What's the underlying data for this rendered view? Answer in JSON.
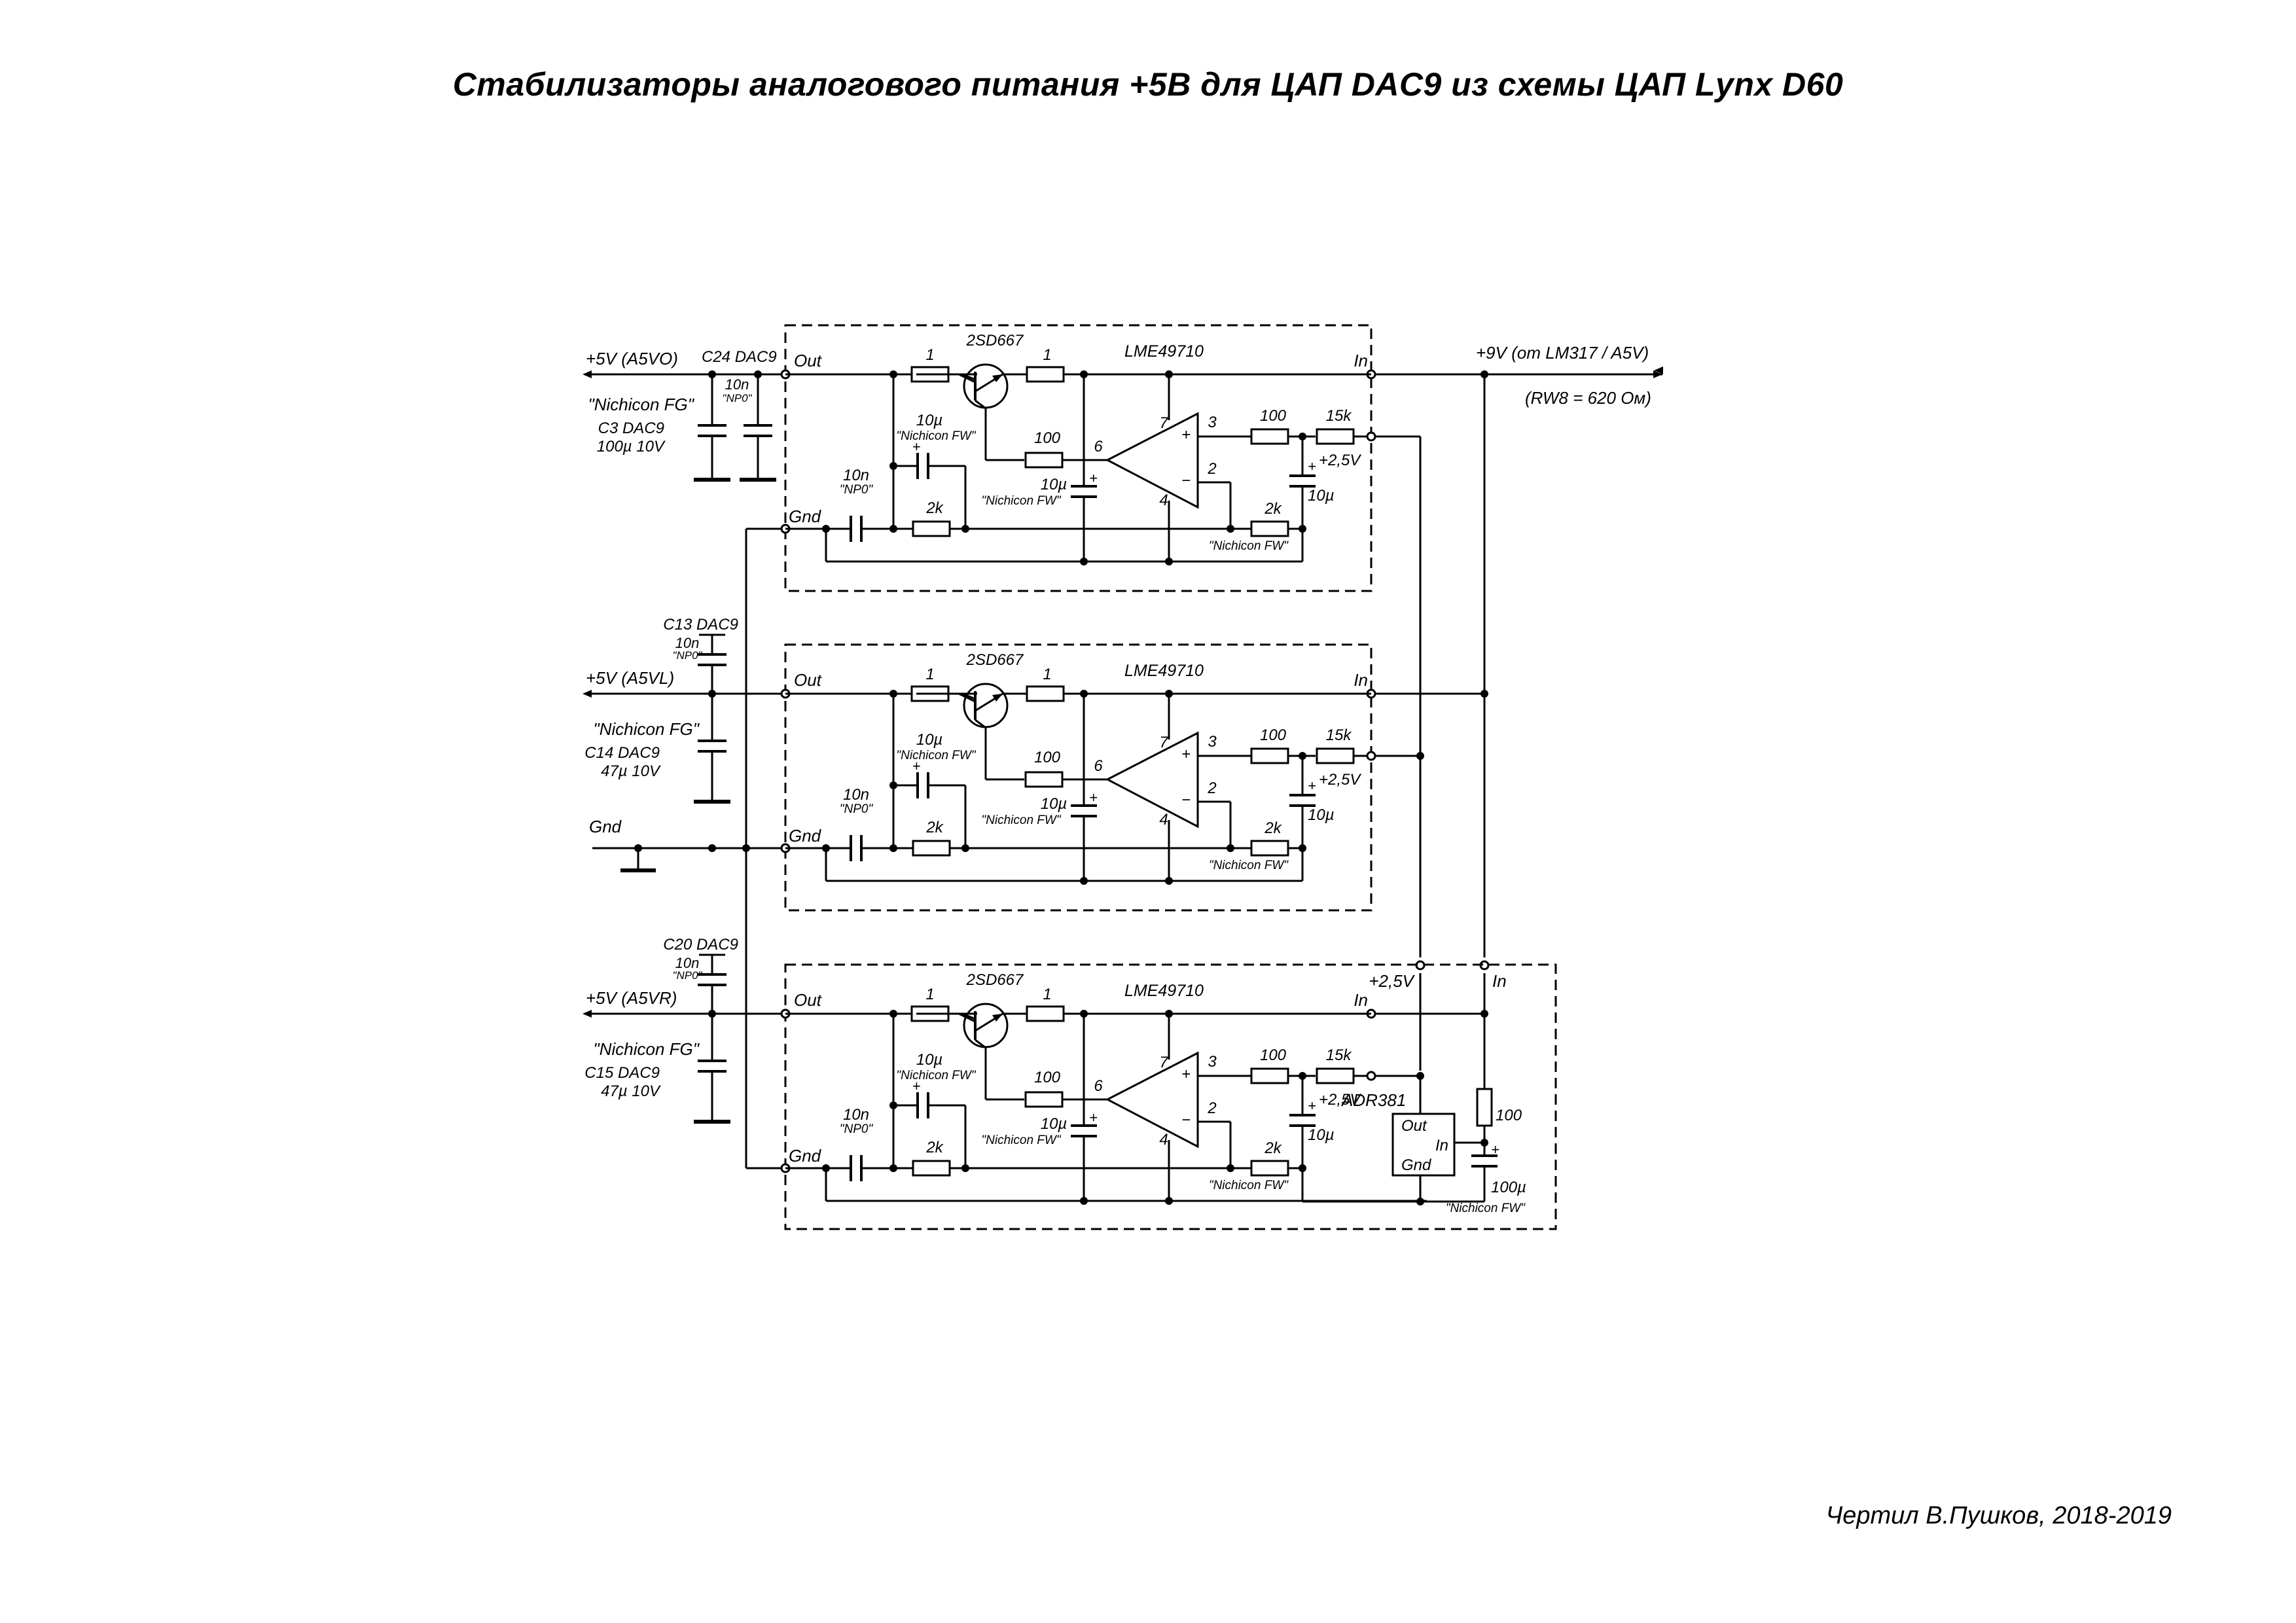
{
  "title": "Стабилизаторы аналогового питания +5В для ЦАП DAC9 из схемы ЦАП Lynx D60",
  "author": "Чертил В.Пушков, 2018-2019",
  "supply": {
    "label": "+9V (от LM317 / A5V)",
    "note": "(RW8 = 620 Ом)"
  },
  "rails": [
    {
      "label": "+5V (A5VO)",
      "bypass_cap": "C24 DAC9",
      "bypass_value": "10n",
      "bypass_type": "\"NP0\"",
      "bulk_type": "\"Nichicon FG\"",
      "bulk_cap": "C3 DAC9",
      "bulk_value": "100µ 10V"
    },
    {
      "label": "+5V (A5VL)",
      "bypass_cap": "C13 DAC9",
      "bypass_value": "10n",
      "bypass_type": "\"NP0\"",
      "bulk_type": "\"Nichicon FG\"",
      "bulk_cap": "C14 DAC9",
      "bulk_value": "47µ 10V"
    },
    {
      "label": "+5V (A5VR)",
      "bypass_cap": "C20 DAC9",
      "bypass_value": "10n",
      "bypass_type": "\"NP0\"",
      "bulk_type": "\"Nichicon FG\"",
      "bulk_cap": "C15 DAC9",
      "bulk_value": "47µ 10V"
    }
  ],
  "gnd_label": "Gnd",
  "module": {
    "out_label": "Out",
    "in_label": "In",
    "gnd_label": "Gnd",
    "transistor": "2SD667",
    "opamp": "LME49710",
    "r_base": "1",
    "r_emitter": "1",
    "r_fb": "100",
    "r_in": "100",
    "r_in2": "15k",
    "r_gnd": "2k",
    "r_ref": "2k",
    "c_np0": "10n",
    "c_np0_type": "\"NP0\"",
    "c_fw": "10µ",
    "c_fw_type": "\"Nichicon FW\"",
    "c_mid": "10µ",
    "c_mid_type": "\"Nichicon FW\"",
    "c_ref": "10µ",
    "ref_voltage": "+2,5V",
    "pin_plus": "3",
    "pin_minus": "2",
    "pin_vcc": "7",
    "pin_gnd": "4",
    "pin_out": "6",
    "sign_plus": "+",
    "sign_minus": "−",
    "cap_plus": "+"
  },
  "reference": {
    "chip": "ADR381",
    "pin_out": "Out",
    "pin_in": "In",
    "pin_gnd": "Gnd",
    "r_feed": "100",
    "c_filter": "100µ",
    "c_filter_type": "\"Nichicon FW\"",
    "ref_label": "+2,5V",
    "in_label": "In"
  }
}
